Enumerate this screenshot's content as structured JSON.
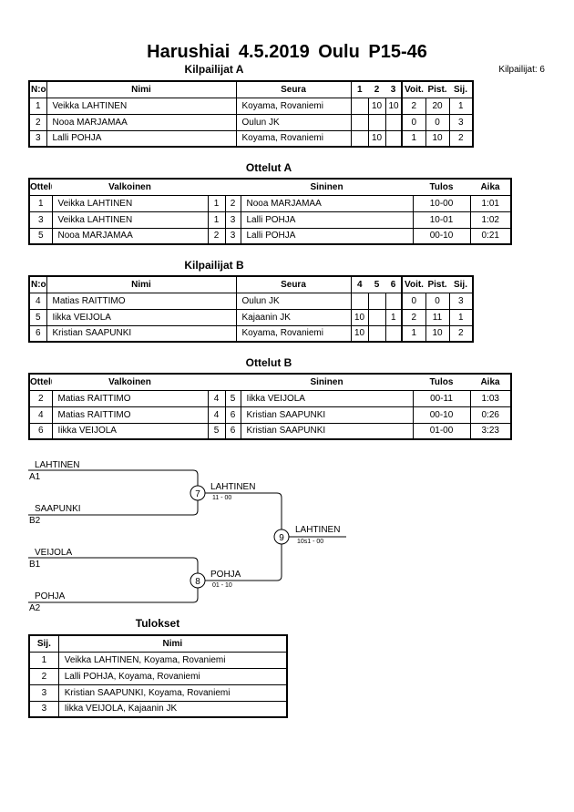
{
  "event": {
    "title": "Harushiai  4.5.2019  Oulu   P15-46",
    "competitors_count": "Kilpailijat: 6"
  },
  "pool_a": {
    "title": "Kilpailijat A",
    "headers": {
      "no": "N:o",
      "name": "Nimi",
      "club": "Seura",
      "c1": "1",
      "c2": "2",
      "c3": "3",
      "wins": "Voit.",
      "points": "Pist.",
      "rank": "Sij."
    },
    "rows": [
      {
        "no": "1",
        "name": "Veikka LAHTINEN",
        "club": "Koyama, Rovaniemi",
        "s1": "",
        "s2": "10",
        "s3": "10",
        "wins": "2",
        "points": "20",
        "rank": "1"
      },
      {
        "no": "2",
        "name": "Nooa MARJAMAA",
        "club": "Oulun JK",
        "s1": "",
        "s2": "",
        "s3": "",
        "wins": "0",
        "points": "0",
        "rank": "3"
      },
      {
        "no": "3",
        "name": "Lalli POHJA",
        "club": "Koyama, Rovaniemi",
        "s1": "",
        "s2": "10",
        "s3": "",
        "wins": "1",
        "points": "10",
        "rank": "2"
      }
    ]
  },
  "matches_a": {
    "title": "Ottelut A",
    "headers": {
      "match": "Ottelu",
      "white": "Valkoinen",
      "blue": "Sininen",
      "result": "Tulos",
      "time": "Aika"
    },
    "rows": [
      {
        "match": "1",
        "white": "Veikka LAHTINEN",
        "wn": "1",
        "bn": "2",
        "blue": "Nooa MARJAMAA",
        "result": "10-00",
        "time": "1:01"
      },
      {
        "match": "3",
        "white": "Veikka LAHTINEN",
        "wn": "1",
        "bn": "3",
        "blue": "Lalli POHJA",
        "result": "10-01",
        "time": "1:02"
      },
      {
        "match": "5",
        "white": "Nooa MARJAMAA",
        "wn": "2",
        "bn": "3",
        "blue": "Lalli POHJA",
        "result": "00-10",
        "time": "0:21"
      }
    ]
  },
  "pool_b": {
    "title": "Kilpailijat B",
    "headers": {
      "no": "N:o",
      "name": "Nimi",
      "club": "Seura",
      "c1": "4",
      "c2": "5",
      "c3": "6",
      "wins": "Voit.",
      "points": "Pist.",
      "rank": "Sij."
    },
    "rows": [
      {
        "no": "4",
        "name": "Matias RAITTIMO",
        "club": "Oulun JK",
        "s1": "",
        "s2": "",
        "s3": "",
        "wins": "0",
        "points": "0",
        "rank": "3"
      },
      {
        "no": "5",
        "name": "Iikka VEIJOLA",
        "club": "Kajaanin JK",
        "s1": "10",
        "s2": "",
        "s3": "1",
        "wins": "2",
        "points": "11",
        "rank": "1"
      },
      {
        "no": "6",
        "name": "Kristian SAAPUNKI",
        "club": "Koyama, Rovaniemi",
        "s1": "10",
        "s2": "",
        "s3": "",
        "wins": "1",
        "points": "10",
        "rank": "2"
      }
    ]
  },
  "matches_b": {
    "title": "Ottelut B",
    "headers": {
      "match": "Ottelu",
      "white": "Valkoinen",
      "blue": "Sininen",
      "result": "Tulos",
      "time": "Aika"
    },
    "rows": [
      {
        "match": "2",
        "white": "Matias RAITTIMO",
        "wn": "4",
        "bn": "5",
        "blue": "Iikka VEIJOLA",
        "result": "00-11",
        "time": "1:03"
      },
      {
        "match": "4",
        "white": "Matias RAITTIMO",
        "wn": "4",
        "bn": "6",
        "blue": "Kristian SAAPUNKI",
        "result": "00-10",
        "time": "0:26"
      },
      {
        "match": "6",
        "white": "Iikka VEIJOLA",
        "wn": "5",
        "bn": "6",
        "blue": "Kristian SAAPUNKI",
        "result": "01-00",
        "time": "3:23"
      }
    ]
  },
  "bracket": {
    "entries": [
      {
        "name": "LAHTINEN",
        "seed": "A1"
      },
      {
        "name": "SAAPUNKI",
        "seed": "B2"
      },
      {
        "name": "VEIJOLA",
        "seed": "B1"
      },
      {
        "name": "POHJA",
        "seed": "A2"
      }
    ],
    "semis": [
      {
        "match": "7",
        "winner": "LAHTINEN",
        "score": "11 - 00"
      },
      {
        "match": "8",
        "winner": "POHJA",
        "score": "01 - 10"
      }
    ],
    "final": {
      "match": "9",
      "winner": "LAHTINEN",
      "score": "10s1 - 00"
    }
  },
  "results": {
    "title": "Tulokset",
    "headers": {
      "rank": "Sij.",
      "name": "Nimi"
    },
    "rows": [
      {
        "rank": "1",
        "name": "Veikka LAHTINEN, Koyama, Rovaniemi"
      },
      {
        "rank": "2",
        "name": "Lalli POHJA, Koyama, Rovaniemi"
      },
      {
        "rank": "3",
        "name": "Kristian SAAPUNKI, Koyama, Rovaniemi"
      },
      {
        "rank": "3",
        "name": "Iikka VEIJOLA, Kajaanin JK"
      }
    ]
  }
}
